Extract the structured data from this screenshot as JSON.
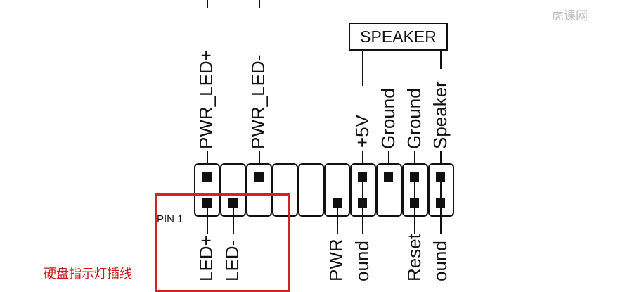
{
  "top_labels": [
    "PWR_LED+",
    "PWR_LED-",
    "+5V",
    "Ground",
    "Ground",
    "Speaker"
  ],
  "speaker_box": "SPEAKER",
  "bottom_labels": [
    "LED+",
    "LED-",
    "PWR",
    "ound",
    "Reset",
    "ound"
  ],
  "pin1_label": "PIN 1",
  "hdd_caption": "硬盘指示灯插线",
  "watermark": "虎课网",
  "colors": {
    "highlight": "#d62222",
    "caption": "#c81e1e",
    "ink": "#111111"
  }
}
